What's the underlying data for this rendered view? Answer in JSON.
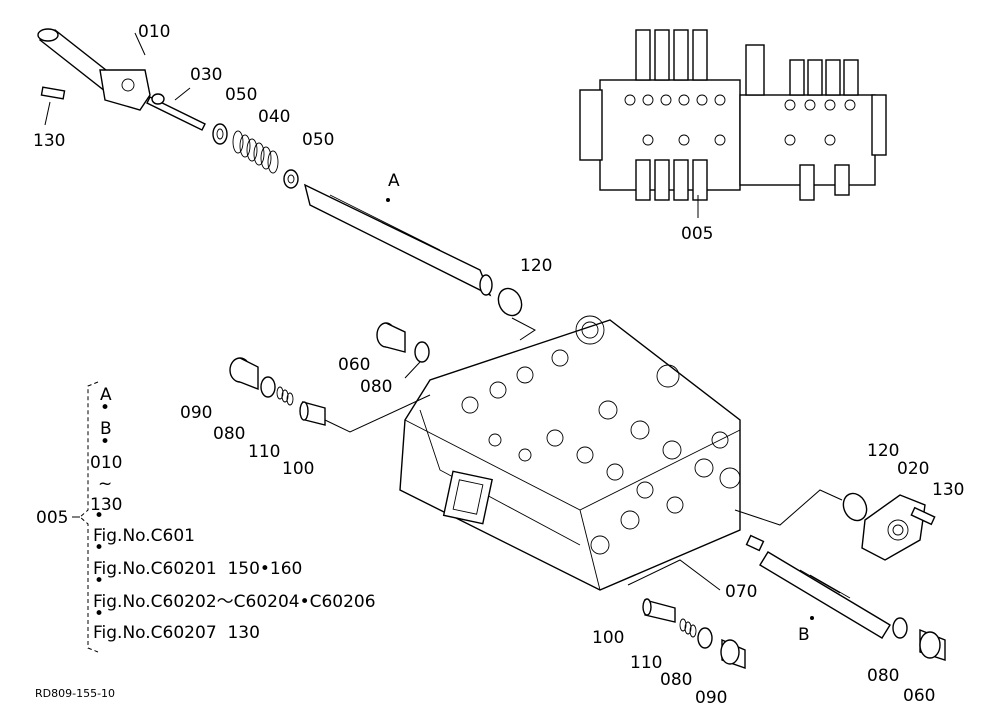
{
  "part_labels": {
    "p010": "010",
    "p030": "030",
    "p050a": "050",
    "p040": "040",
    "p050b": "050",
    "p130a": "130",
    "pA": "A",
    "p120a": "120",
    "p005": "005",
    "p060a": "060",
    "p080a": "080",
    "p090a": "090",
    "p080b": "080",
    "p110a": "110",
    "p100a": "100",
    "p120b": "120",
    "p020": "020",
    "p130b": "130",
    "p070": "070",
    "pB": "B",
    "p100b": "100",
    "p110b": "110",
    "p080c": "080",
    "p090b": "090",
    "p080d": "080",
    "p060b": "060"
  },
  "legend": {
    "assembly": "005",
    "lines": [
      "A",
      "•",
      "B",
      "•",
      "010",
      "~",
      "130",
      "•",
      "Fig.No.C601",
      "•",
      "Fig.No.C60201  150•160",
      "•",
      "Fig.No.C60202～C60204•C60206",
      "•",
      "Fig.No.C60207  130"
    ]
  },
  "drawing_code": "RD809-155-10"
}
